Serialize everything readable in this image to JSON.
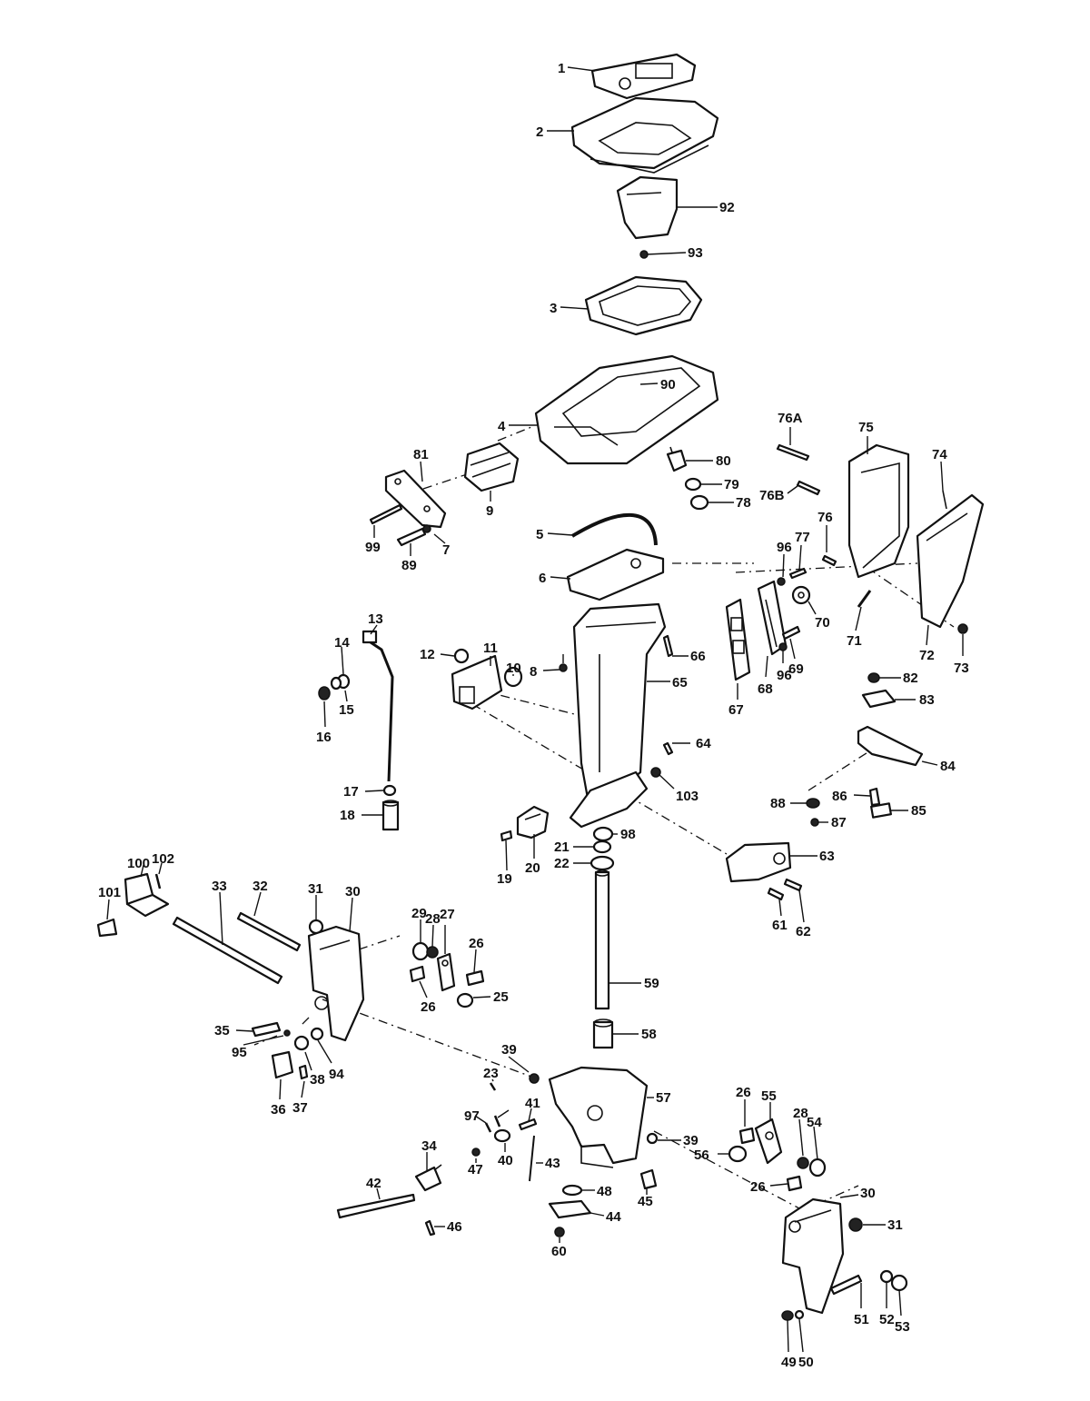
{
  "labels": {
    "p1": "1",
    "p2": "2",
    "p3": "3",
    "p4": "4",
    "p5": "5",
    "p6": "6",
    "p7": "7",
    "p8": "8",
    "p9": "9",
    "p10": "10",
    "p11": "11",
    "p12": "12",
    "p13": "13",
    "p14": "14",
    "p15": "15",
    "p16": "16",
    "p17": "17",
    "p18": "18",
    "p19": "19",
    "p20": "20",
    "p21": "21",
    "p22": "22",
    "p23": "23",
    "p25": "25",
    "p26a": "26",
    "p26b": "26",
    "p26c": "26",
    "p26d": "26",
    "p27": "27",
    "p28a": "28",
    "p28b": "28",
    "p29": "29",
    "p30a": "30",
    "p30b": "30",
    "p31a": "31",
    "p31b": "31",
    "p32": "32",
    "p33": "33",
    "p34": "34",
    "p35": "35",
    "p36": "36",
    "p37": "37",
    "p38": "38",
    "p39a": "39",
    "p39b": "39",
    "p40": "40",
    "p41": "41",
    "p42": "42",
    "p43": "43",
    "p44": "44",
    "p45": "45",
    "p46": "46",
    "p47": "47",
    "p48": "48",
    "p49": "49",
    "p50": "50",
    "p51": "51",
    "p52": "52",
    "p53": "53",
    "p54": "54",
    "p55": "55",
    "p56": "56",
    "p57": "57",
    "p58": "58",
    "p59": "59",
    "p60": "60",
    "p61": "61",
    "p62": "62",
    "p63": "63",
    "p64": "64",
    "p65": "65",
    "p66": "66",
    "p67": "67",
    "p68": "68",
    "p69": "69",
    "p70": "70",
    "p71": "71",
    "p72": "72",
    "p73": "73",
    "p74": "74",
    "p75": "75",
    "p76": "76",
    "p76A": "76A",
    "p76B": "76B",
    "p77": "77",
    "p78": "78",
    "p79": "79",
    "p80": "80",
    "p81": "81",
    "p82": "82",
    "p83": "83",
    "p84": "84",
    "p85": "85",
    "p86": "86",
    "p87": "87",
    "p88": "88",
    "p89": "89",
    "p90": "90",
    "p92": "92",
    "p93": "93",
    "p94": "94",
    "p95": "95",
    "p96a": "96",
    "p96b": "96",
    "p97": "97",
    "p98": "98",
    "p99": "99",
    "p100": "100",
    "p101": "101",
    "p102": "102",
    "p103": "103"
  },
  "colors": {
    "ink": "#111111",
    "paper": "#ffffff"
  }
}
